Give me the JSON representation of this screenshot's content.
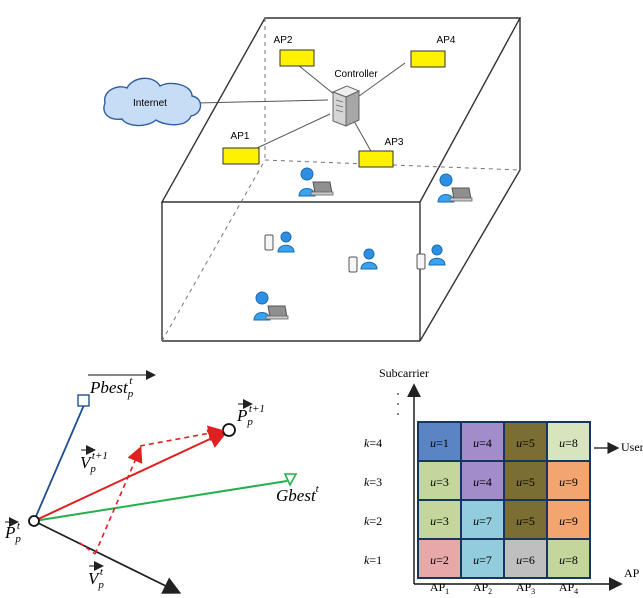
{
  "room": {
    "internet_label": "Internet",
    "controller_label": "Controller",
    "ap_labels": {
      "ap1": "AP1",
      "ap2": "AP2",
      "ap3": "AP3",
      "ap4": "AP4"
    }
  },
  "vectors": {
    "pbest": {
      "symbol": "Pbest",
      "sub": "p",
      "sup": "t"
    },
    "p_next": {
      "symbol": "P",
      "sub": "p",
      "sup": "t+1"
    },
    "v_next": {
      "symbol": "V",
      "sub": "p",
      "sup": "t+1"
    },
    "gbest": {
      "symbol": "Gbest",
      "sup": "t"
    },
    "p_current": {
      "symbol": "P",
      "sub": "p",
      "sup": "t"
    },
    "v_current": {
      "symbol": "V",
      "sub": "p",
      "sup": "t"
    }
  },
  "allocation": {
    "y_axis_label": "Subcarrier",
    "x_axis_label": "AP",
    "user_label": "User",
    "row_labels": [
      "k=4",
      "k=3",
      "k=2",
      "k=1"
    ],
    "row_prefix": "k",
    "row_values": [
      "4",
      "3",
      "2",
      "1"
    ],
    "cell_prefix": "u",
    "column_labels": [
      "AP1",
      "AP2",
      "AP3",
      "AP4"
    ],
    "column_label_base": "AP",
    "column_subscripts": [
      "1",
      "2",
      "3",
      "4"
    ],
    "cells": [
      [
        "u=1",
        "u=4",
        "u=5",
        "u=8"
      ],
      [
        "u=3",
        "u=4",
        "u=5",
        "u=9"
      ],
      [
        "u=3",
        "u=7",
        "u=5",
        "u=9"
      ],
      [
        "u=2",
        "u=7",
        "u=6",
        "u=8"
      ]
    ],
    "cell_values": [
      [
        "1",
        "4",
        "5",
        "8"
      ],
      [
        "3",
        "4",
        "5",
        "9"
      ],
      [
        "3",
        "7",
        "5",
        "9"
      ],
      [
        "2",
        "7",
        "6",
        "8"
      ]
    ],
    "cell_colors": [
      [
        "#5B84C4",
        "#A28CC9",
        "#7A6E32",
        "#D7E4BD"
      ],
      [
        "#C3D69B",
        "#A28CC9",
        "#7A6E32",
        "#F2A56F"
      ],
      [
        "#C3D69B",
        "#93CDDD",
        "#7A6E32",
        "#F2A56F"
      ],
      [
        "#E6A8A8",
        "#93CDDD",
        "#BFBFBF",
        "#C3D69B"
      ]
    ]
  }
}
